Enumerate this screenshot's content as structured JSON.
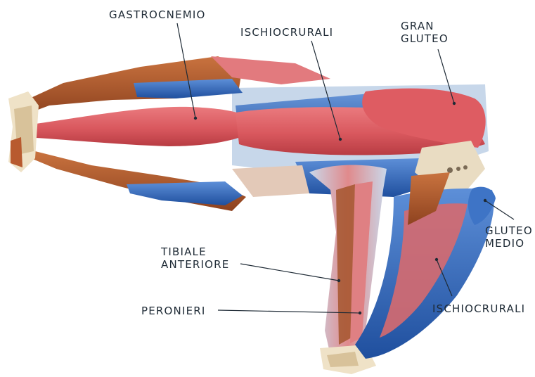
{
  "labels": {
    "gastrocnemio": "GASTROCNEMIO",
    "ischiocrurali_top": "ISCHIOCRURALI",
    "gran_gluteo": "GRAN\nGLUTEO",
    "gluteo_medio": "GLUTEO\nMEDIO",
    "tibiale_anteriore": "TIBIALE\nANTERIORE",
    "peronieri": "PERONIERI",
    "ischiocrurali_bottom": "ISCHIOCRURALI"
  },
  "colors": {
    "muscle_red": "#d9585e",
    "muscle_dark": "#b83c43",
    "muscle_brown": "#a8552c",
    "muscle_blue": "#2f64b8",
    "tendon": "#e8d6b0",
    "bone": "#f1e6cf",
    "label_text": "#1e2a35"
  }
}
